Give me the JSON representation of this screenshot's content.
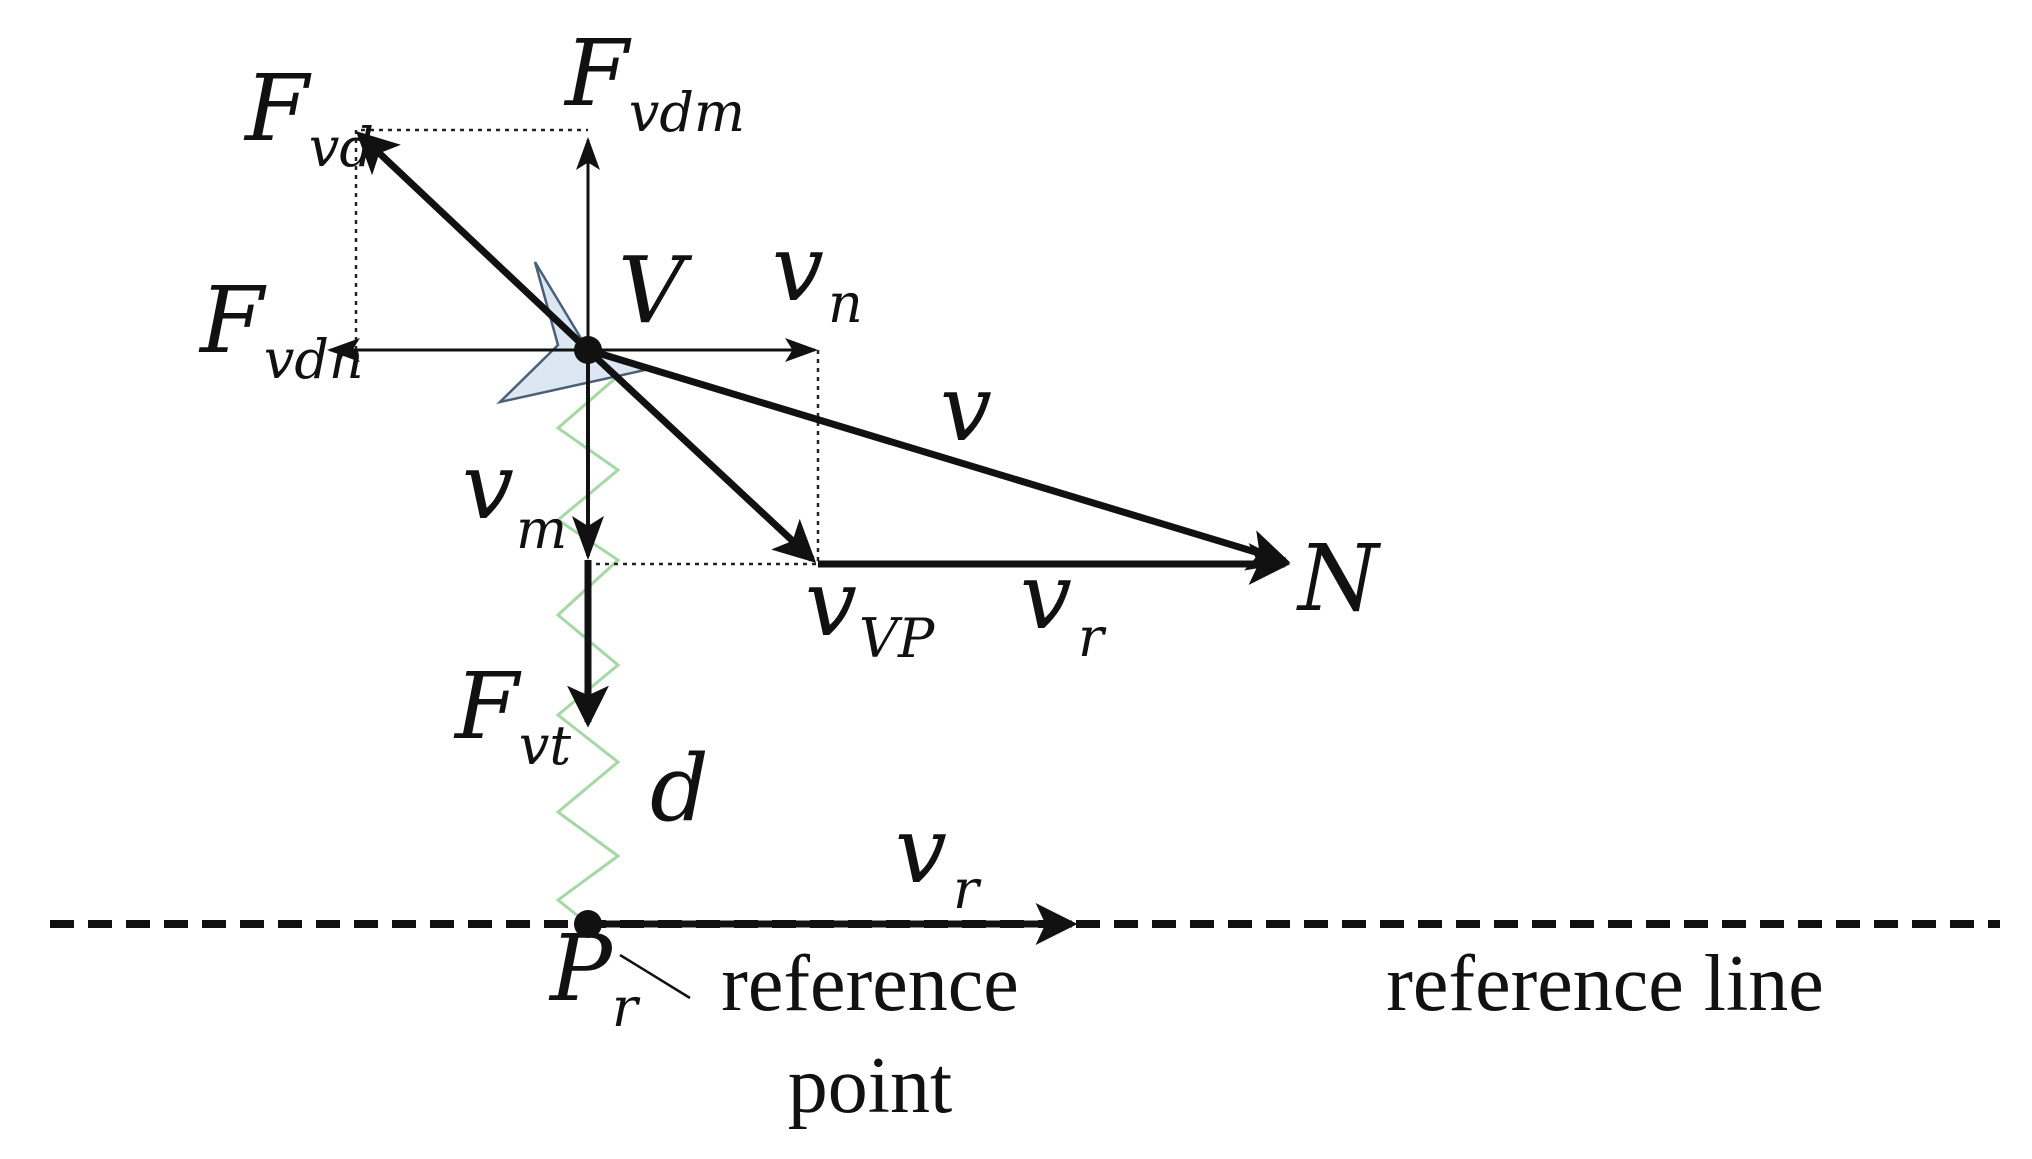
{
  "labels": {
    "f_vd": {
      "main": "F",
      "sub": "vd"
    },
    "f_vdm": {
      "main": "F",
      "sub": "vdm"
    },
    "f_vdn": {
      "main": "F",
      "sub": "vdn"
    },
    "v_node": {
      "main": "V"
    },
    "v_n": {
      "main": "v",
      "sub": "n"
    },
    "v": {
      "main": "v"
    },
    "v_m": {
      "main": "v",
      "sub": "m"
    },
    "n_node": {
      "main": "N"
    },
    "v_vp": {
      "main": "v",
      "sub": "VP"
    },
    "v_r_top": {
      "main": "v",
      "sub": "r"
    },
    "f_vt": {
      "main": "F",
      "sub": "vt"
    },
    "d": {
      "main": "d"
    },
    "v_r_bottom": {
      "main": "v",
      "sub": "r"
    },
    "p_r": {
      "main": "P",
      "sub": "r"
    },
    "reference_point": {
      "line1": "reference",
      "line2": "point"
    },
    "reference_line": "reference line"
  },
  "colors": {
    "ink": "#111111",
    "spring": "#a6d8a6",
    "vehicle_fill": "#dde7f3",
    "vehicle_stroke": "#4a5f78"
  }
}
